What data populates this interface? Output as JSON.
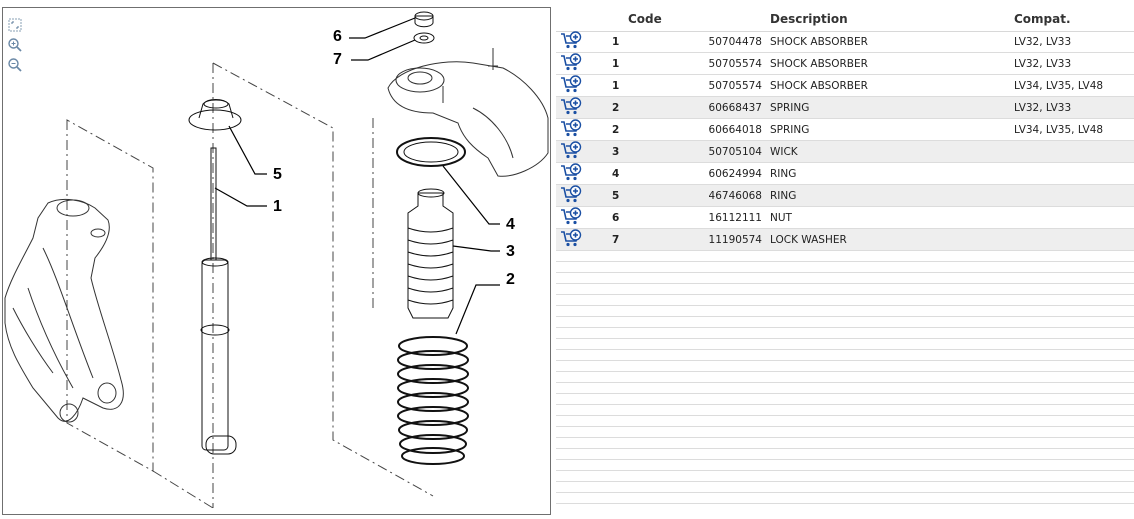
{
  "diagram": {
    "tools": [
      {
        "name": "fit-icon"
      },
      {
        "name": "zoom-in-icon"
      },
      {
        "name": "zoom-out-icon"
      }
    ],
    "callouts": [
      "6",
      "7",
      "5",
      "1",
      "4",
      "3",
      "2"
    ]
  },
  "table": {
    "headers": {
      "code": "Code",
      "description": "Description",
      "compat": "Compat."
    },
    "rows": [
      {
        "qty": "1",
        "code": "50704478",
        "description": "SHOCK ABSORBER",
        "compat": "LV32, LV33"
      },
      {
        "qty": "1",
        "code": "50705574",
        "description": "SHOCK ABSORBER",
        "compat": "LV32, LV33"
      },
      {
        "qty": "1",
        "code": "50705574",
        "description": "SHOCK ABSORBER",
        "compat": "LV34, LV35, LV48"
      },
      {
        "qty": "2",
        "code": "60668437",
        "description": "SPRING",
        "compat": "LV32, LV33"
      },
      {
        "qty": "2",
        "code": "60664018",
        "description": "SPRING",
        "compat": "LV34, LV35, LV48"
      },
      {
        "qty": "3",
        "code": "50705104",
        "description": "WICK",
        "compat": ""
      },
      {
        "qty": "4",
        "code": "60624994",
        "description": "RING",
        "compat": ""
      },
      {
        "qty": "5",
        "code": "46746068",
        "description": "RING",
        "compat": ""
      },
      {
        "qty": "6",
        "code": "16112111",
        "description": "NUT",
        "compat": ""
      },
      {
        "qty": "7",
        "code": "11190574",
        "description": "LOCK WASHER",
        "compat": ""
      }
    ],
    "cart_icon": "add-to-cart-icon",
    "accent_color": "#1a4fa3"
  }
}
